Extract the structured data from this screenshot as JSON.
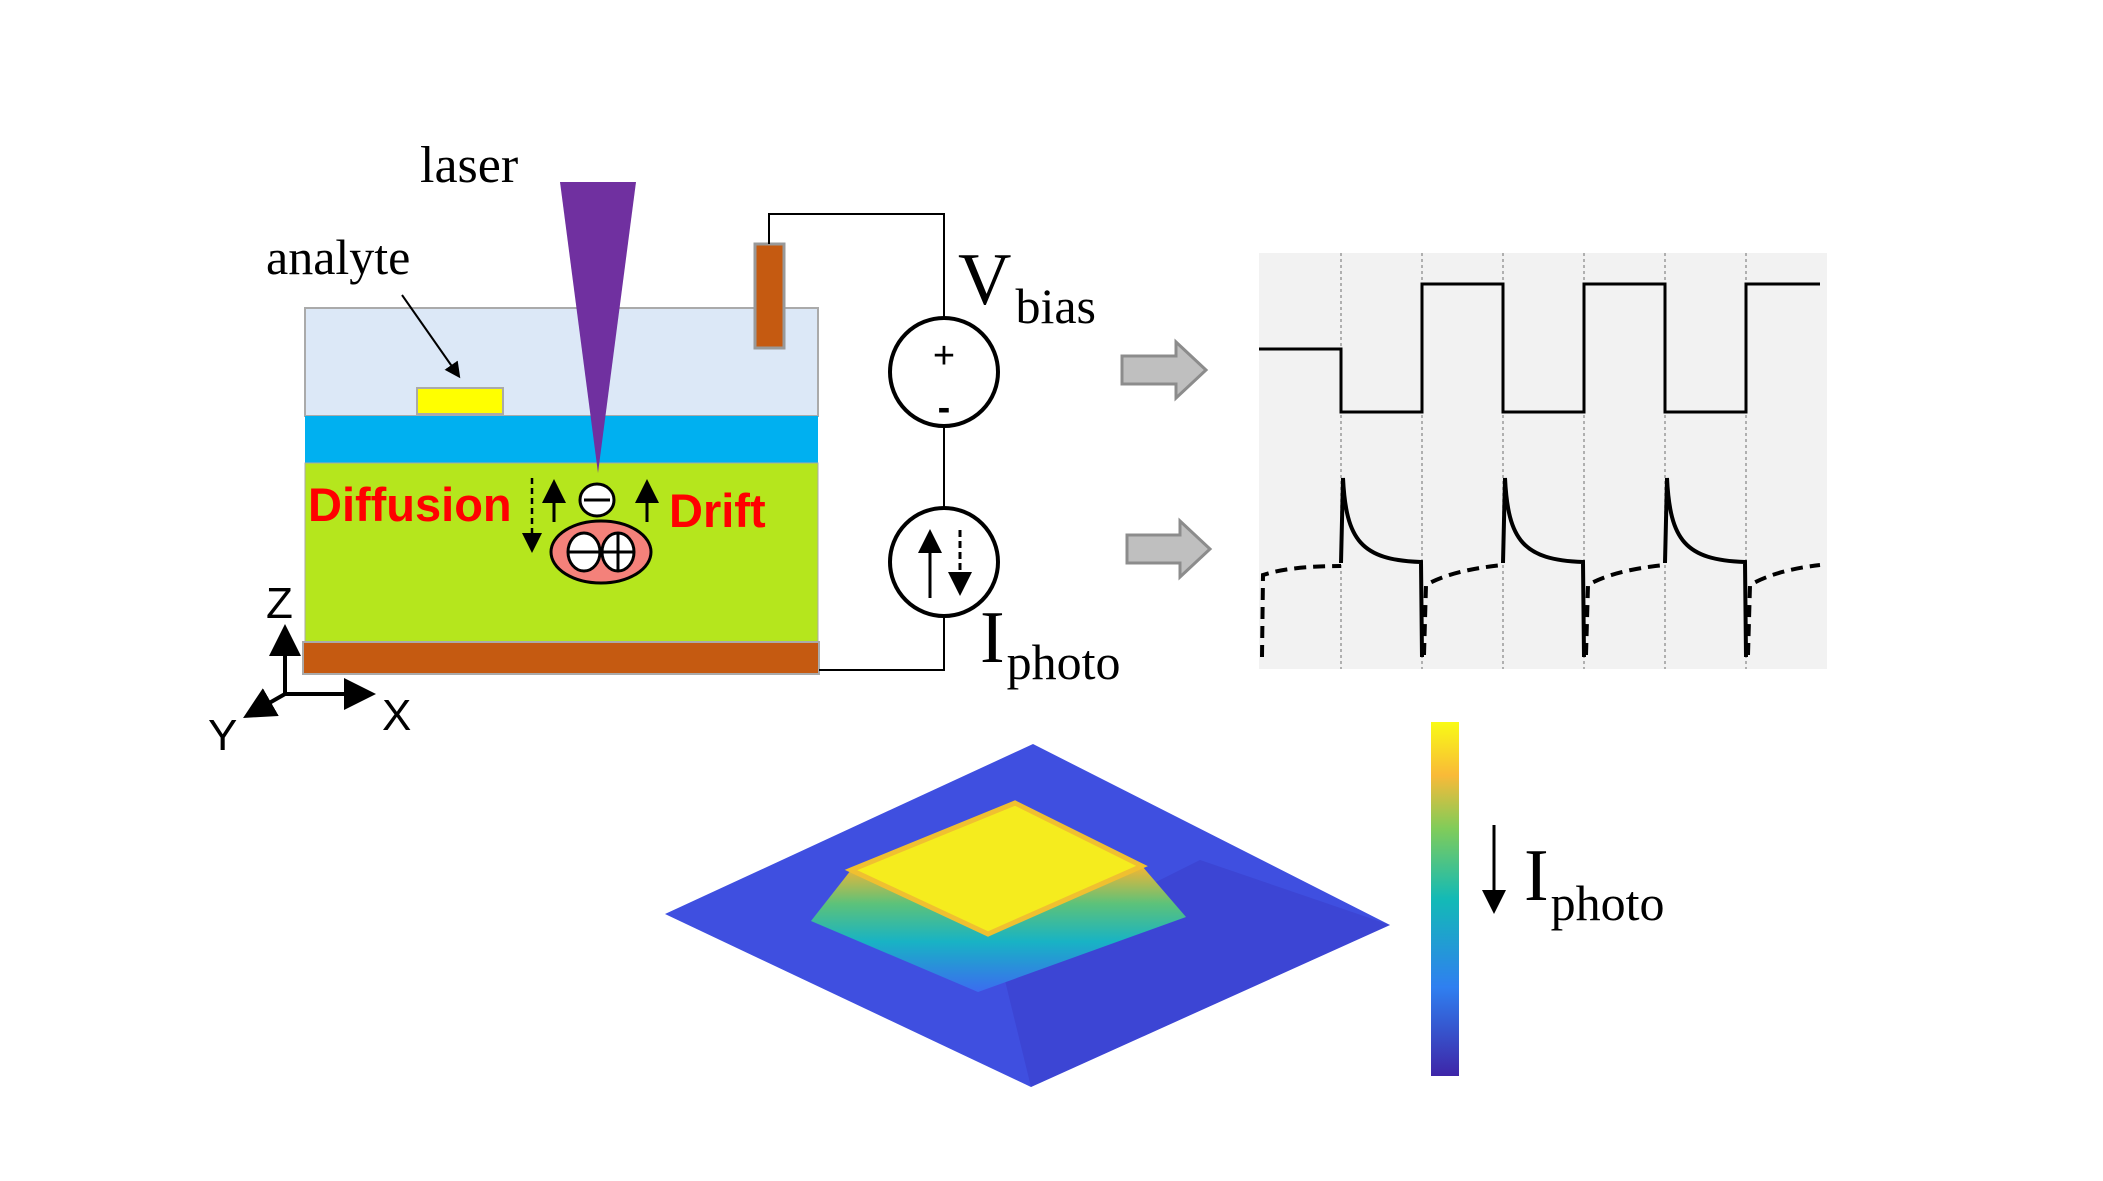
{
  "labels": {
    "laser": "laser",
    "analyte": "analyte",
    "diffusion": "Diffusion",
    "drift": "Drift",
    "v_main": "V",
    "v_sub": "bias",
    "i_main": "I",
    "i_sub": "photo",
    "plus": "+",
    "minus": "-",
    "axis_z": "Z",
    "axis_x": "X",
    "axis_y": "Y",
    "colorbar_i_main": "I",
    "colorbar_i_sub": "photo"
  },
  "colors": {
    "electrolyte": "#dce8f7",
    "oxide": "#00b0f0",
    "semiconductor": "#b5e61d",
    "electrode": "#c55a11",
    "laser": "#7030a0",
    "analyte": "#ffff00",
    "pair": "#f4817a",
    "panel": "#f2f2f2"
  }
}
